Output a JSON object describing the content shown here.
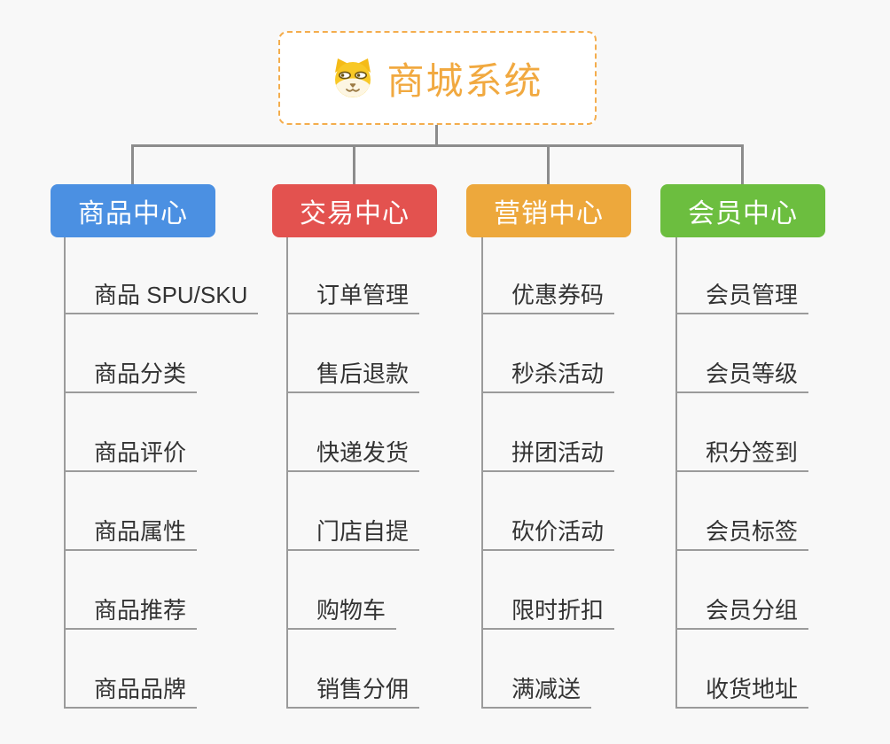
{
  "root": {
    "title": "商城系统",
    "icon": "dog-face-icon",
    "title_color": "#f1a940",
    "border_color": "#f4ad4d"
  },
  "branches": [
    {
      "label": "商品中心",
      "color": "#4b90e2",
      "items": [
        "商品 SPU/SKU",
        "商品分类",
        "商品评价",
        "商品属性",
        "商品推荐",
        "商品品牌"
      ]
    },
    {
      "label": "交易中心",
      "color": "#e3524f",
      "items": [
        "订单管理",
        "售后退款",
        "快递发货",
        "门店自提",
        "购物车",
        "销售分佣"
      ]
    },
    {
      "label": "营销中心",
      "color": "#eda83c",
      "items": [
        "优惠券码",
        "秒杀活动",
        "拼团活动",
        "砍价活动",
        "限时折扣",
        "满减送"
      ]
    },
    {
      "label": "会员中心",
      "color": "#6cbe3f",
      "items": [
        "会员管理",
        "会员等级",
        "积分签到",
        "会员标签",
        "会员分组",
        "收货地址"
      ]
    }
  ],
  "style": {
    "background": "#f8f8f8",
    "connector_color": "#8c8c8c",
    "underline_color": "#9b9b9b",
    "item_text_color": "#333333"
  }
}
